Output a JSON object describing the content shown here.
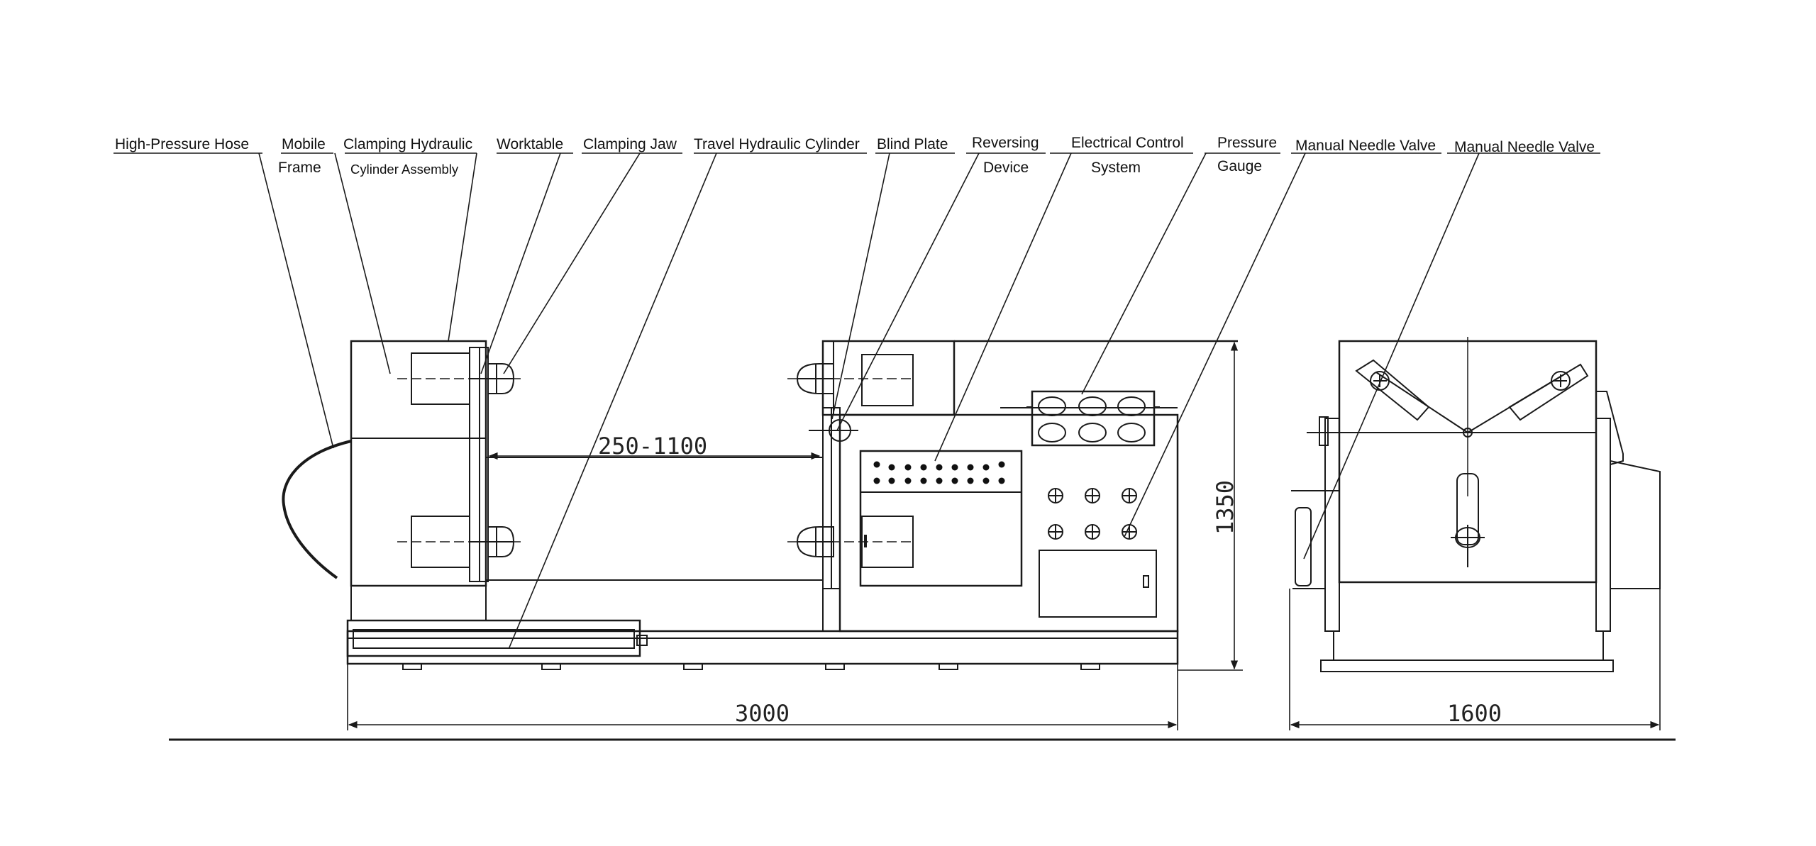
{
  "labels": {
    "high_pressure_hose": "High-Pressure Hose",
    "mobile_l1": "Mobile",
    "mobile_l2": "Frame",
    "clamping_hyd_l1": "Clamping Hydraulic",
    "clamping_hyd_l2": "Cylinder Assembly",
    "worktable": "Worktable",
    "clamping_jaw": "Clamping Jaw",
    "travel_cylinder": "Travel Hydraulic Cylinder",
    "blind_plate": "Blind Plate",
    "reversing_l1": "Reversing",
    "reversing_l2": "Device",
    "electrical_l1": "Electrical Control",
    "electrical_l2": "System",
    "pressure_l1": "Pressure",
    "pressure_l2": "Gauge",
    "needle_valve_1": "Manual Needle Valve",
    "needle_valve_2": "Manual Needle Valve"
  },
  "dimensions": {
    "stroke": "250-1100",
    "length": "3000",
    "height": "1350",
    "width": "1600"
  }
}
